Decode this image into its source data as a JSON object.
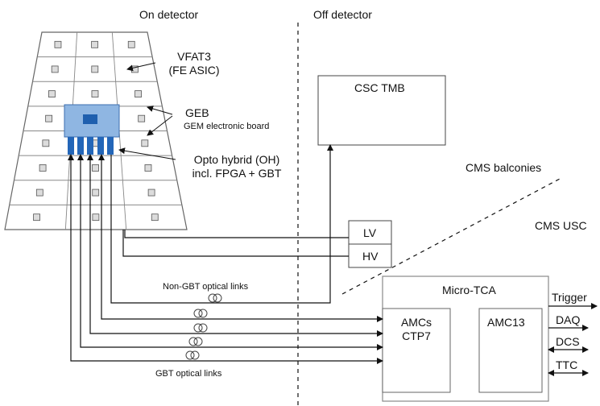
{
  "regions": {
    "on_detector": "On detector",
    "off_detector": "Off detector",
    "cms_balconies": "CMS balconies",
    "cms_usc": "CMS USC"
  },
  "detector": {
    "vfat3_line1": "VFAT3",
    "vfat3_line2": "(FE ASIC)",
    "geb_line1": "GEB",
    "geb_line2": "GEM electronic board",
    "oh_line1": "Opto hybrid (OH)",
    "oh_line2": "incl. FPGA + GBT"
  },
  "boxes": {
    "csc_tmb": "CSC TMB",
    "lv": "LV",
    "hv": "HV",
    "micro_tca": "Micro-TCA",
    "amcs": "AMCs",
    "ctp7": "CTP7",
    "amc13": "AMC13"
  },
  "links": {
    "non_gbt": "Non-GBT optical links",
    "gbt": "GBT optical links"
  },
  "outputs": [
    "Trigger",
    "DAQ",
    "DCS",
    "TTC"
  ],
  "colors": {
    "line": "#111111",
    "box_stroke": "#555555",
    "geb_fill": "#8fb6e2",
    "oh_chip": "#1f5fae",
    "oh_connector": "#2366b8",
    "vfat_fill": "#dcdcdc"
  }
}
